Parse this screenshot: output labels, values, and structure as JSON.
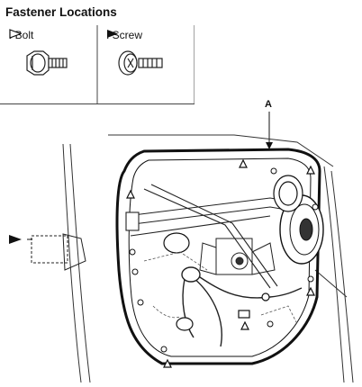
{
  "header": {
    "title": "Fastener Locations"
  },
  "legend": {
    "bolt": {
      "symbol": "outline-triangle-icon",
      "label": ": Bolt"
    },
    "screw": {
      "symbol": "filled-triangle-icon",
      "label": ": Screw"
    }
  },
  "diagram": {
    "callout_label": "A"
  }
}
